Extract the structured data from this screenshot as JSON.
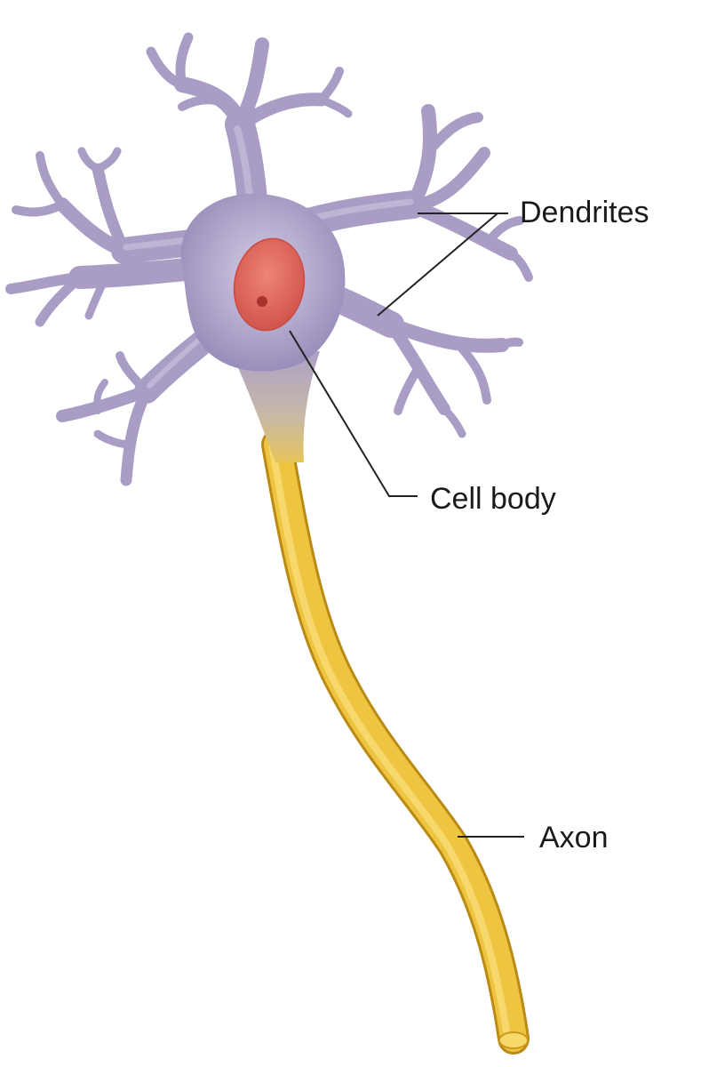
{
  "labels": {
    "dendrites": "Dendrites",
    "cell_body": "Cell body",
    "axon": "Axon"
  },
  "colors": {
    "dendrite_fill": "#aa9fc5",
    "dendrite_highlight": "#c9c1dd",
    "dendrite_shadow": "#8a7fae",
    "nucleus_fill": "#e0675e",
    "nucleolus_fill": "#a8332d",
    "axon_fill": "#efc440",
    "axon_shadow": "#c9981c",
    "axon_highlight": "#f8dc74",
    "leader_line": "#222222"
  }
}
